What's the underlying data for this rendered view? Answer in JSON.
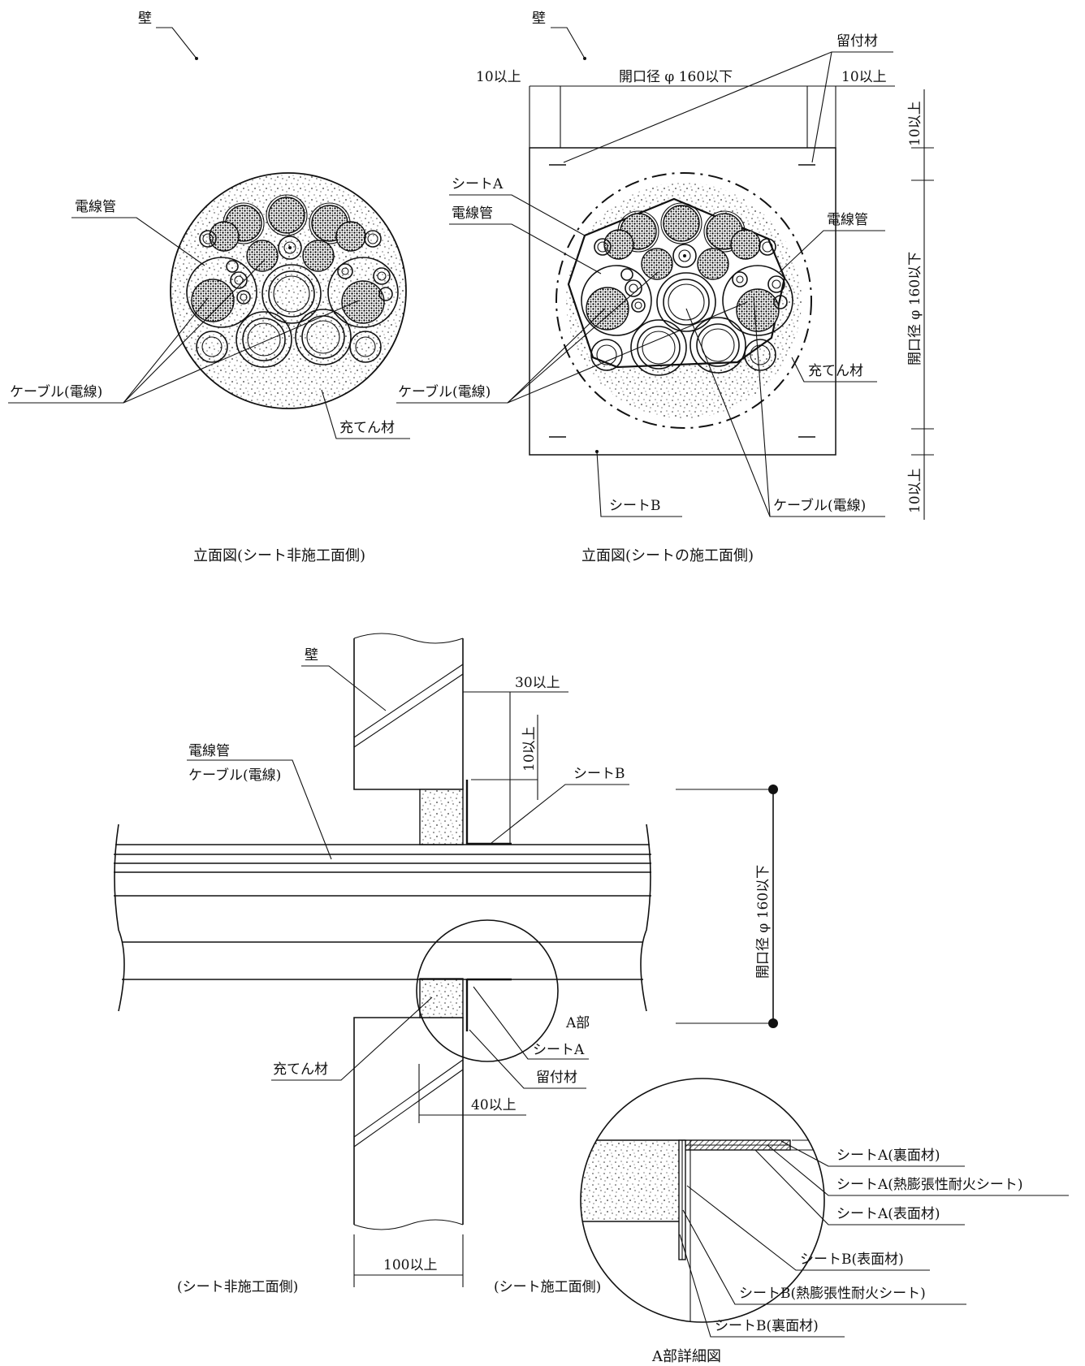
{
  "elevation_left": {
    "wall_label": "壁",
    "conduit_label": "電線管",
    "cable_label": "ケーブル(電線)",
    "filler_label": "充てん材",
    "caption": "立面図(シート非施工面側)"
  },
  "elevation_right": {
    "wall_label": "壁",
    "fixing_label": "留付材",
    "margin_left": "10以上",
    "opening_label": "開口径 φ 160以下",
    "margin_right": "10以上",
    "margin_top_v": "10以上",
    "opening_v": "開口径 φ 160以下",
    "margin_bottom_v": "10以上",
    "sheet_a_label": "シートA",
    "conduit_label_left": "電線管",
    "conduit_label_right": "電線管",
    "cable_label_left": "ケーブル(電線)",
    "filler_label": "充てん材",
    "sheet_b_label": "シートB",
    "cable_label_bottom": "ケーブル(電線)",
    "caption": "立面図(シートの施工面側)"
  },
  "section": {
    "wall_label": "壁",
    "dim_30": "30以上",
    "dim_10": "10以上",
    "conduit_label": "電線管",
    "cable_label": "ケーブル(電線)",
    "sheet_b_label": "シートB",
    "opening_v": "開口径 φ 160以下",
    "part_a_label": "A部",
    "sheet_a_label": "シートA",
    "fixing_label": "留付材",
    "filler_label": "充てん材",
    "dim_40": "40以上",
    "dim_100": "100以上",
    "caption_left": "(シート非施工面側)",
    "caption_right": "(シート施工面側)"
  },
  "detail": {
    "a_back": "シートA(裏面材)",
    "a_fire": "シートA(熱膨張性耐火シート)",
    "a_surface": "シートA(表面材)",
    "b_surface": "シートB(表面材)",
    "b_fire": "シートB(熱膨張性耐火シート)",
    "b_back": "シートB(裏面材)",
    "caption": "A部詳細図"
  }
}
